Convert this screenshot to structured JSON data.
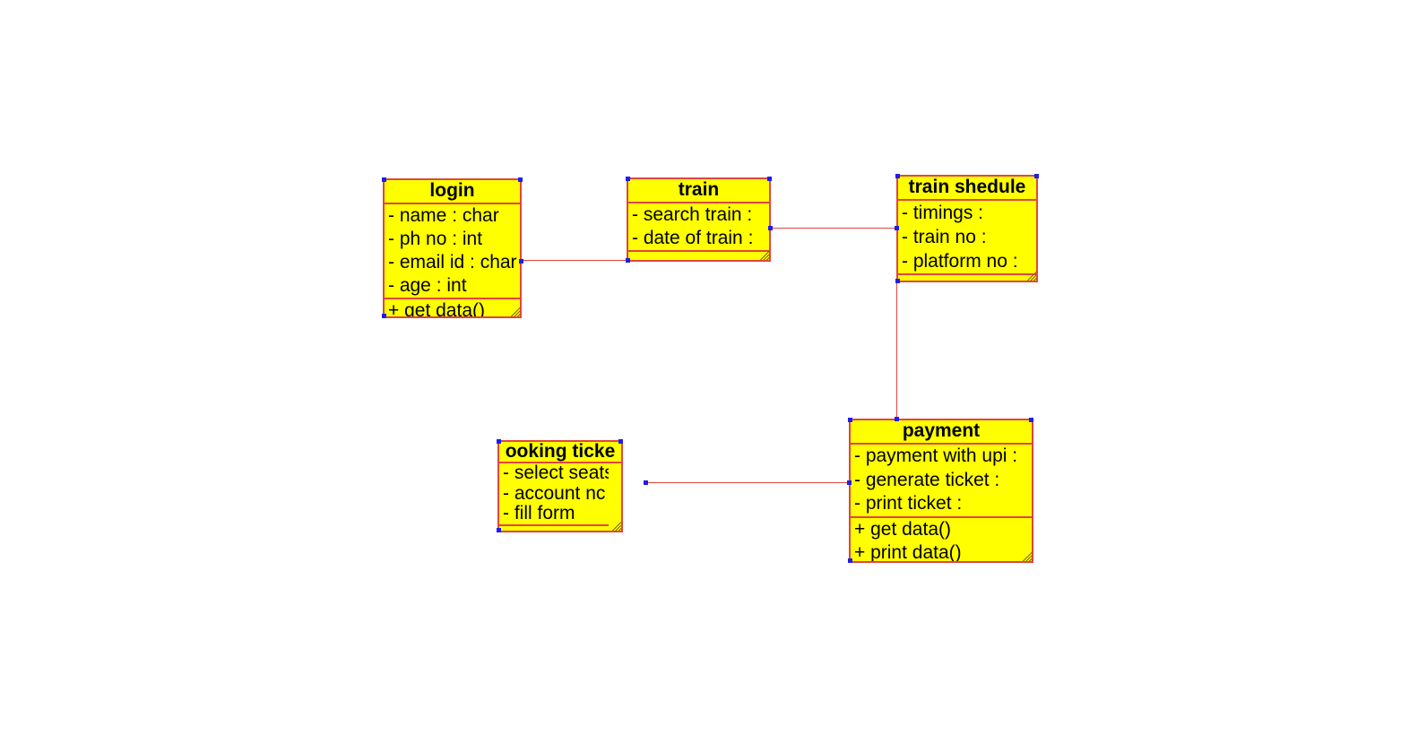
{
  "diagram": {
    "classes": [
      {
        "id": "login",
        "name": "login",
        "attributes": [
          "- name : char",
          "- ph no : int",
          "- email id : char",
          "- age : int"
        ],
        "operations": [
          "+ get data()"
        ]
      },
      {
        "id": "train",
        "name": "train",
        "attributes": [
          "- search train :",
          "- date of train :"
        ],
        "operations": []
      },
      {
        "id": "train_shedule",
        "name": "train shedule",
        "attributes": [
          "- timings :",
          "- train no :",
          "- platform no :"
        ],
        "operations": []
      },
      {
        "id": "payment",
        "name": "payment",
        "attributes": [
          "- payment with upi :",
          "- generate ticket :",
          "- print ticket :"
        ],
        "operations": [
          "+ get data()",
          "+ print data()"
        ]
      },
      {
        "id": "booking_ticket",
        "name": "ooking ticke",
        "attributes": [
          "- select seats",
          "- account nc",
          "- fill form"
        ],
        "operations": []
      }
    ],
    "associations": [
      {
        "from": "login",
        "to": "train"
      },
      {
        "from": "train",
        "to": "train_shedule"
      },
      {
        "from": "train_shedule",
        "to": "payment"
      },
      {
        "from": "booking_ticket",
        "to": "payment"
      }
    ],
    "colors": {
      "fill": "#ffff00",
      "border": "#e0463f",
      "handle": "#1d1df0"
    }
  }
}
